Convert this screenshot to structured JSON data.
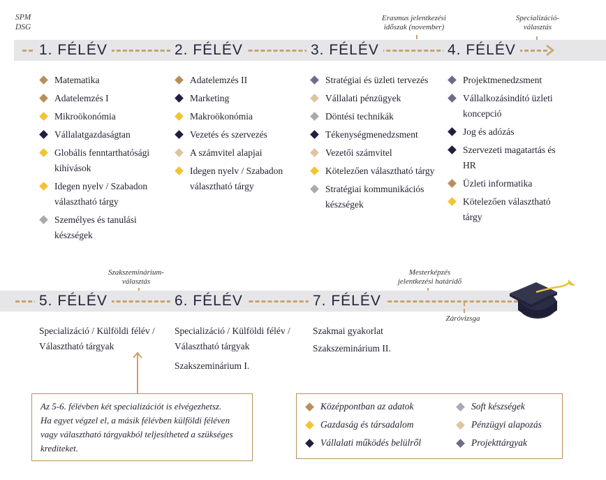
{
  "header": {
    "tag_line1": "SPM",
    "tag_line2": "DSG"
  },
  "top_notes": {
    "erasmus_line1": "Erasmus jelentkezési",
    "erasmus_line2": "időszak (november)",
    "spec_line1": "Specializáció-",
    "spec_line2": "választás"
  },
  "semesters": {
    "s1": "1. FÉLÉV",
    "s2": "2. FÉLÉV",
    "s3": "3. FÉLÉV",
    "s4": "4. FÉLÉV",
    "s5": "5. FÉLÉV",
    "s6": "6. FÉLÉV",
    "s7": "7. FÉLÉV"
  },
  "colors": {
    "kozeppontban": "#b98e5a",
    "gazdasag": "#f2c431",
    "vallalati": "#1f2040",
    "soft": "#a9a9b1",
    "penzugyi": "#dec5a1",
    "projekt": "#6f6c87"
  },
  "s1_courses": [
    {
      "label": "Matematika",
      "cat": "kozeppontban"
    },
    {
      "label": "Adatelemzés I",
      "cat": "kozeppontban"
    },
    {
      "label": "Mikroökonómia",
      "cat": "gazdasag"
    },
    {
      "label": "Vállalatgazdaságtan",
      "cat": "vallalati"
    },
    {
      "label": "Globális fenntarthatósági kihívások",
      "cat": "gazdasag"
    },
    {
      "label": "Idegen nyelv / Szabadon választható tárgy",
      "cat": "gazdasag"
    },
    {
      "label": "Személyes és tanulási készségek",
      "cat": "soft"
    }
  ],
  "s2_courses": [
    {
      "label": "Adatelemzés II",
      "cat": "kozeppontban"
    },
    {
      "label": "Marketing",
      "cat": "vallalati"
    },
    {
      "label": "Makroökonómia",
      "cat": "gazdasag"
    },
    {
      "label": "Vezetés és szervezés",
      "cat": "vallalati"
    },
    {
      "label": "A számvitel alapjai",
      "cat": "penzugyi"
    },
    {
      "label": "Idegen nyelv / Szabadon választható tárgy",
      "cat": "gazdasag"
    }
  ],
  "s3_courses": [
    {
      "label": "Stratégiai és üzleti tervezés",
      "cat": "projekt"
    },
    {
      "label": "Vállalati pénzügyek",
      "cat": "penzugyi"
    },
    {
      "label": "Döntési technikák",
      "cat": "soft"
    },
    {
      "label": "Tékenységmenedzsment",
      "cat": "vallalati"
    },
    {
      "label": "Vezetői számvitel",
      "cat": "penzugyi"
    },
    {
      "label": "Kötelezően választható tárgy",
      "cat": "gazdasag"
    },
    {
      "label": "Stratégiai kommunikációs készségek",
      "cat": "soft"
    }
  ],
  "s4_courses": [
    {
      "label": "Projektmenedzsment",
      "cat": "projekt"
    },
    {
      "label": "Vállalkozásindító üzleti koncepció",
      "cat": "projekt"
    },
    {
      "label": "Jog és adózás",
      "cat": "vallalati"
    },
    {
      "label": "Szervezeti magatartás és HR",
      "cat": "vallalati"
    },
    {
      "label": "Üzleti informatika",
      "cat": "kozeppontban"
    },
    {
      "label": "Kötelezően választható tárgy",
      "cat": "gazdasag"
    }
  ],
  "lower_notes": {
    "szaksz_line1": "Szakszeminárium-",
    "szaksz_line2": "választás",
    "mester_line1": "Mesterképzés",
    "mester_line2": "jelentkezési határidő",
    "zarovizsga": "Záróvizsga"
  },
  "s5_text": {
    "line1": "Specializáció / Külföldi félév /",
    "line2": "Választható tárgyak"
  },
  "s6_text": {
    "line1": "Specializáció / Külföldi félév /",
    "line2": "Választható tárgyak",
    "line3": "Szakszeminárium I."
  },
  "s7_text": {
    "line1": "Szakmai gyakorlat",
    "line2": "Szakszeminárium II."
  },
  "info_box": {
    "line1": "Az 5-6. félévben két specializációt is elvégezhetsz.",
    "line2": "Ha egyet végzel el, a másik félévben külföldi féléven",
    "line3": "vagy választható tárgyakból teljesítheted a szükséges",
    "line4": "krediteket."
  },
  "legend": {
    "kozeppontban": "Középpontban az adatok",
    "gazdasag": "Gazdaság és társadalom",
    "vallalati": "Vállalati működés belülről",
    "soft": "Soft készségek",
    "penzugyi": "Pénzügyi alapozás",
    "projekt": "Projekttárgyak"
  }
}
